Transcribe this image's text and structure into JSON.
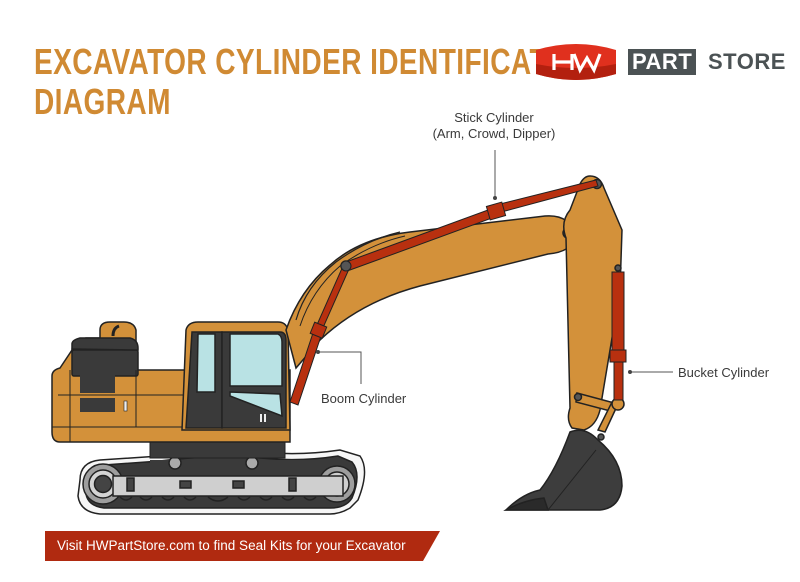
{
  "header": {
    "title_line1": "EXCAVATOR CYLINDER IDENTIFICATION",
    "title_line2": "DIAGRAM",
    "title_color": "#d08a33"
  },
  "logo": {
    "badge_text": "HW",
    "part_text": "PART",
    "store_text": "STORE",
    "badge_color": "#e0301e",
    "text_color": "#4b5254"
  },
  "labels": {
    "stick_cylinder_line1": "Stick Cylinder",
    "stick_cylinder_line2": "(Arm, Crowd, Dipper)",
    "boom_cylinder": "Boom Cylinder",
    "bucket_cylinder": "Bucket Cylinder"
  },
  "banner": {
    "text": "Visit HWPartStore.com to find Seal Kits for your Excavator",
    "color": "#b02a10"
  },
  "colors": {
    "body": "#d3913a",
    "cylinder": "#b8300f",
    "dark": "#3d3d3d",
    "glass": "#b9e2e4",
    "track_plate": "#cfcfcf"
  }
}
